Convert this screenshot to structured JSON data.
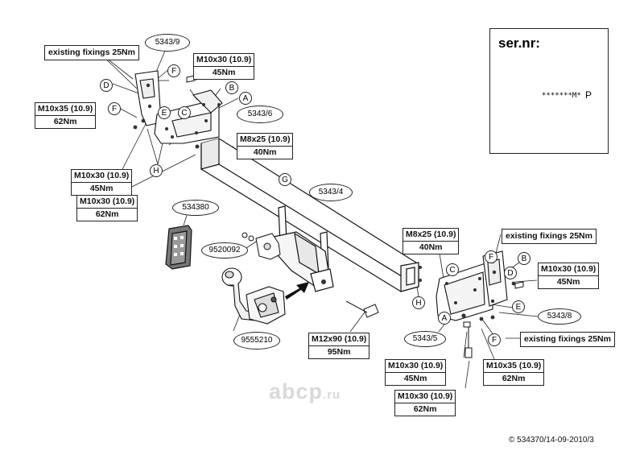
{
  "labels": {
    "existing_tl": "existing fixings 25Nm",
    "m10x30_tl_a": "M10x30 (10.9)",
    "m10x30_tl_b": "45Nm",
    "m10x35_tl_a": "M10x35 (10.9)",
    "m10x35_tl_b": "62Nm",
    "m8x25_tl_a": "M8x25 (10.9)",
    "m8x25_tl_b": "40Nm",
    "m10x30_l1_a": "M10x30 (10.9)",
    "m10x30_l1_b": "45Nm",
    "m10x30_l2_a": "M10x30 (10.9)",
    "m10x30_l2_b": "62Nm",
    "m8x25_r_a": "M8x25 (10.9)",
    "m8x25_r_b": "40Nm",
    "existing_r_top": "existing fixings 25Nm",
    "m10x30_r_a": "M10x30 (10.9)",
    "m10x30_r_b": "45Nm",
    "existing_r_bot": "existing fixings 25Nm",
    "m12x90_a": "M12x90 (10.9)",
    "m12x90_b": "95Nm",
    "m10x30_b1_a": "M10x30 (10.9)",
    "m10x30_b1_b": "45Nm",
    "m10x35_b_a": "M10x35 (10.9)",
    "m10x35_b_b": "62Nm",
    "m10x30_b2_a": "M10x30 (10.9)",
    "m10x30_b2_b": "62Nm"
  },
  "parts": {
    "p5343_9": "5343/9",
    "p5343_6": "5343/6",
    "p5343_4": "5343/4",
    "p534380": "534380",
    "p9520092": "9520092",
    "p9555210": "9555210",
    "p5343_5": "5343/5",
    "p5343_8": "5343/8"
  },
  "letters": {
    "D_tl": "D",
    "F_tl1": "F",
    "F_tl2": "F",
    "E_tl": "E",
    "C_tl": "C",
    "B_tl": "B",
    "A_tl": "A",
    "H_tl": "H",
    "G": "G",
    "C_r": "C",
    "F_r1": "F",
    "B_r": "B",
    "D_r": "D",
    "E_r": "E",
    "F_r2": "F",
    "H_r": "H",
    "A_r": "A"
  },
  "warning": {
    "sernr": "ser.nr:",
    "serial": "*******M*",
    "p": "P"
  },
  "watermark": {
    "main": "abcp",
    "tld": ".ru"
  },
  "copyright": "© 534370/14-09-2010/3"
}
